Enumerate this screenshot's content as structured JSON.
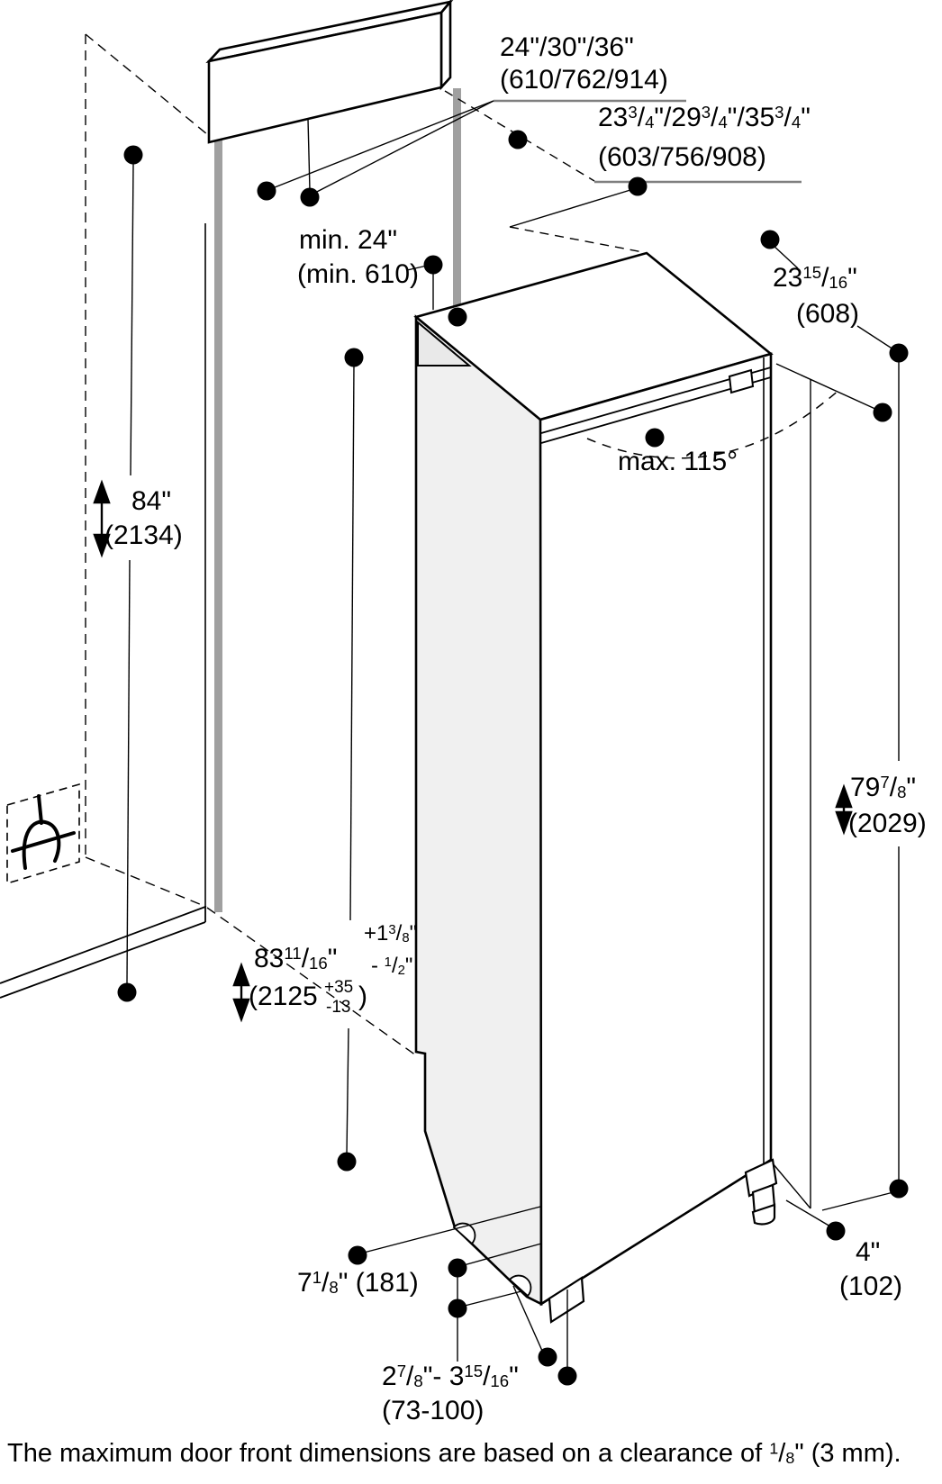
{
  "colors": {
    "line": "#000000",
    "panel_bar": "#a0a0a0",
    "underline": "#7f7f7f",
    "face_fill": "#f0f0f0"
  },
  "labels": {
    "widths_in": "24\"/30\"/36\"",
    "widths_mm": "(610/762/914)",
    "door_widths_in": {
      "segs": [
        {
          "t": "23"
        },
        {
          "t": "3",
          "v": "sup"
        },
        {
          "t": "/"
        },
        {
          "t": "4",
          "v": "sub"
        },
        {
          "t": "\"/"
        },
        {
          "t": "29"
        },
        {
          "t": "3",
          "v": "sup"
        },
        {
          "t": "/"
        },
        {
          "t": "4",
          "v": "sub"
        },
        {
          "t": "\"/"
        },
        {
          "t": "35"
        },
        {
          "t": "3",
          "v": "sup"
        },
        {
          "t": "/"
        },
        {
          "t": "4",
          "v": "sub"
        },
        {
          "t": "\""
        }
      ]
    },
    "door_widths_mm": "(603/756/908)",
    "min_depth_in": "min. 24\"",
    "min_depth_mm": "(min. 610)",
    "depth_in": {
      "segs": [
        {
          "t": "23"
        },
        {
          "t": "15",
          "v": "sup"
        },
        {
          "t": "/"
        },
        {
          "t": "16",
          "v": "sub"
        },
        {
          "t": "\""
        }
      ]
    },
    "depth_mm": "(608)",
    "door_swing": "max. 115°",
    "height_ceiling_in": "84\"",
    "height_ceiling_mm": "(2134)",
    "height_appliance_in": {
      "segs": [
        {
          "t": "79"
        },
        {
          "t": "7",
          "v": "sup"
        },
        {
          "t": "/"
        },
        {
          "t": "8",
          "v": "sub"
        },
        {
          "t": "\""
        }
      ]
    },
    "height_appliance_mm": "(2029)",
    "niche_height_in": {
      "segs": [
        {
          "t": "83"
        },
        {
          "t": "11",
          "v": "sup"
        },
        {
          "t": "/"
        },
        {
          "t": "16",
          "v": "sub"
        },
        {
          "t": "\""
        }
      ]
    },
    "niche_tol_plus": {
      "segs": [
        {
          "t": "+1"
        },
        {
          "t": "3",
          "v": "sup"
        },
        {
          "t": "/"
        },
        {
          "t": "8",
          "v": "sub"
        },
        {
          "t": "\""
        }
      ]
    },
    "niche_tol_minus": {
      "segs": [
        {
          "t": "- "
        },
        {
          "t": "1",
          "v": "sup"
        },
        {
          "t": "/"
        },
        {
          "t": "2",
          "v": "sub"
        },
        {
          "t": "\""
        }
      ]
    },
    "niche_mm_open": "(2125",
    "niche_mm_plus": "+35",
    "niche_mm_minus": "-13",
    "niche_mm_close": ")",
    "plinth_in": {
      "segs": [
        {
          "t": "7"
        },
        {
          "t": "1",
          "v": "sup"
        },
        {
          "t": "/"
        },
        {
          "t": "8",
          "v": "sub"
        },
        {
          "t": "\" (181)"
        }
      ]
    },
    "foot_in": "4\"",
    "foot_mm": "(102)",
    "foot_range_in": {
      "segs": [
        {
          "t": "2"
        },
        {
          "t": "7",
          "v": "sup"
        },
        {
          "t": "/"
        },
        {
          "t": "8",
          "v": "sub"
        },
        {
          "t": "\"- 3"
        },
        {
          "t": "15",
          "v": "sup"
        },
        {
          "t": "/"
        },
        {
          "t": "16",
          "v": "sub"
        },
        {
          "t": "\""
        }
      ]
    },
    "foot_range_mm": "(73-100)",
    "caption": {
      "segs": [
        {
          "t": "The maximum door front dimensions are based on a clearance of "
        },
        {
          "t": "1",
          "v": "sup"
        },
        {
          "t": "/"
        },
        {
          "t": "8",
          "v": "sub"
        },
        {
          "t": "\" (3 mm)."
        }
      ]
    }
  }
}
